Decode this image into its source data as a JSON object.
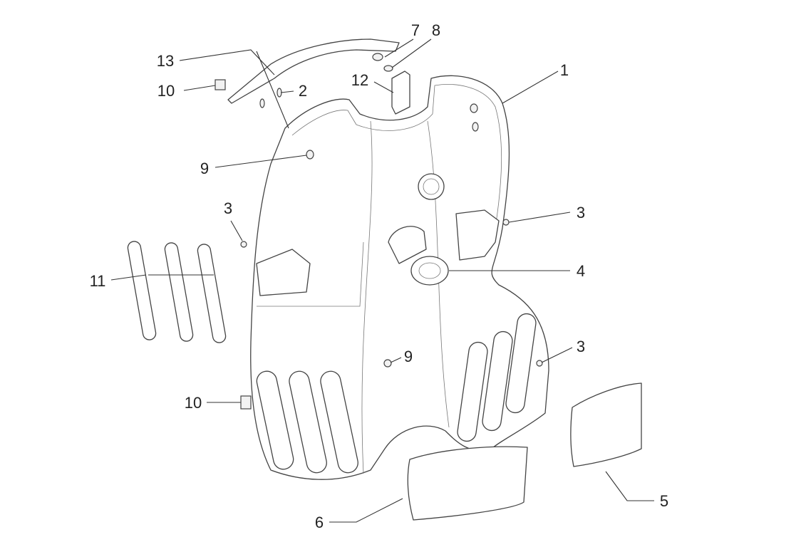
{
  "diagram": {
    "type": "exploded parts diagram",
    "callouts": [
      {
        "id": "c13",
        "label": "13"
      },
      {
        "id": "c10a",
        "label": "10"
      },
      {
        "id": "c2",
        "label": "2"
      },
      {
        "id": "c7",
        "label": "7"
      },
      {
        "id": "c8",
        "label": "8"
      },
      {
        "id": "c12",
        "label": "12"
      },
      {
        "id": "c1",
        "label": "1"
      },
      {
        "id": "c9a",
        "label": "9"
      },
      {
        "id": "c3a",
        "label": "3"
      },
      {
        "id": "c3b",
        "label": "3"
      },
      {
        "id": "c11",
        "label": "11"
      },
      {
        "id": "c4",
        "label": "4"
      },
      {
        "id": "c9b",
        "label": "9"
      },
      {
        "id": "c3c",
        "label": "3"
      },
      {
        "id": "c10b",
        "label": "10"
      },
      {
        "id": "c6",
        "label": "6"
      },
      {
        "id": "c5",
        "label": "5"
      }
    ]
  }
}
